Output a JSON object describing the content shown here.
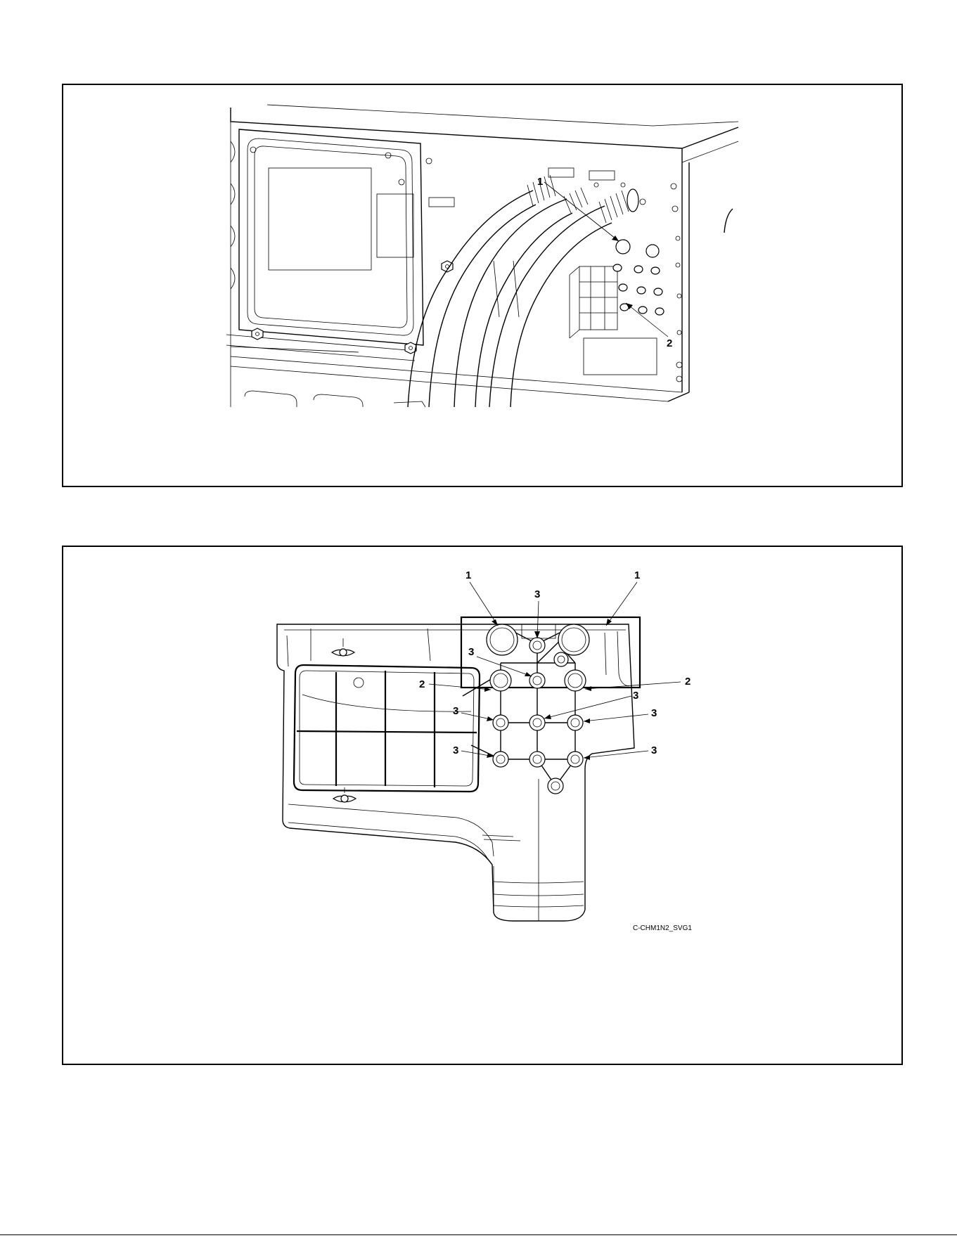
{
  "figure_top": {
    "callouts": {
      "c1": "1",
      "c2": "2"
    }
  },
  "figure_bottom": {
    "callouts": {
      "c1a": "1",
      "c1b": "1",
      "c2a": "2",
      "c2b": "2",
      "c3a": "3",
      "c3b": "3",
      "c3c": "3",
      "c3d": "3",
      "c3e": "3",
      "c3f": "3",
      "c3g": "3"
    },
    "code": "C-CHM1N2_SVG1"
  }
}
